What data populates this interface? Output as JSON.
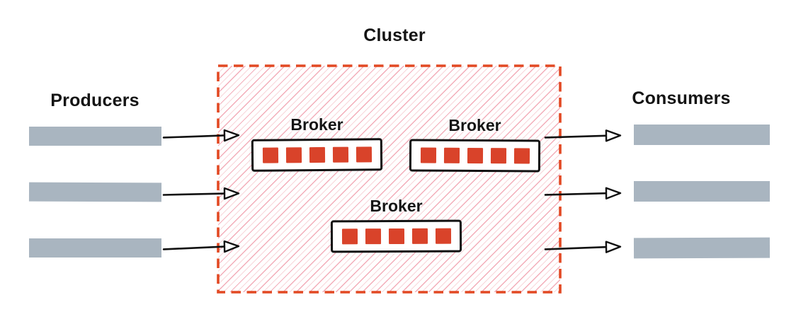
{
  "diagram": {
    "producers": {
      "label": "Producers",
      "count": 3
    },
    "consumers": {
      "label": "Consumers",
      "count": 3
    },
    "cluster": {
      "label": "Cluster",
      "partitions_per_broker": 5,
      "brokers": [
        {
          "label": "Broker"
        },
        {
          "label": "Broker"
        },
        {
          "label": "Broker"
        }
      ]
    },
    "colors": {
      "accent_red": "#e24923",
      "partition_red": "#d9432a",
      "hatch_pink": "#f3adb9",
      "bar_gray": "#a9b5c0",
      "ink": "#141414"
    }
  }
}
